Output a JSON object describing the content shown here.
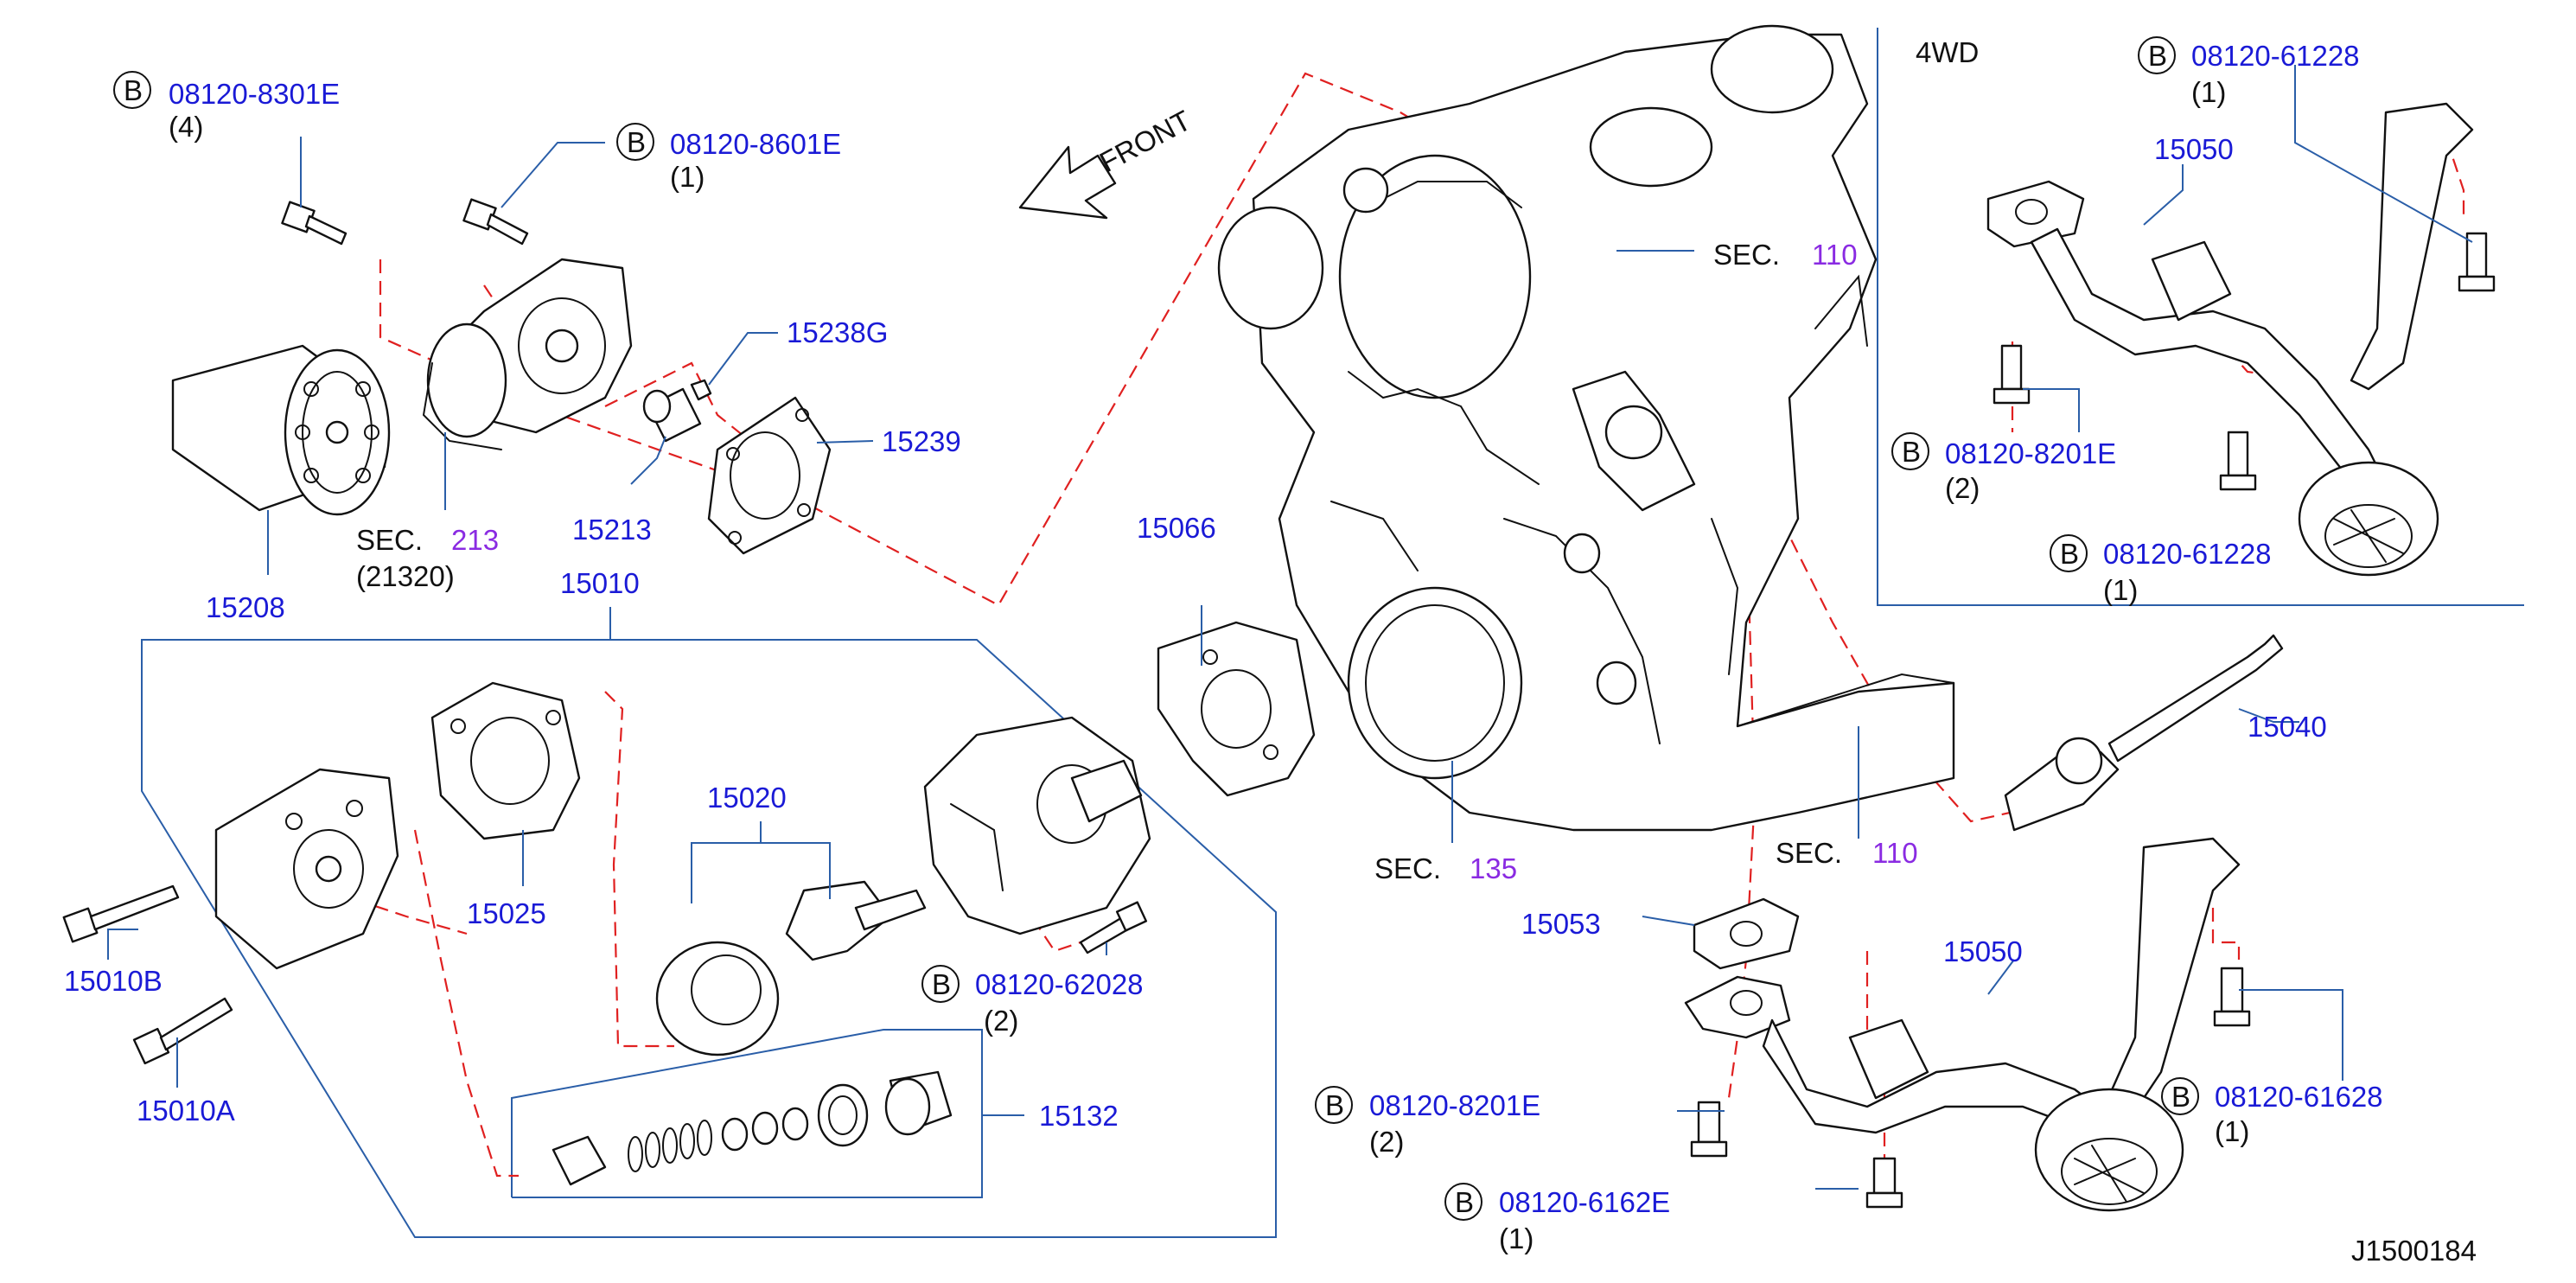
{
  "diagram": {
    "code": "J1500184",
    "front_label": "FRONT",
    "section_4wd": "4WD"
  },
  "labels": {
    "b_8301E": {
      "prefix": "B",
      "part": "08120-8301E",
      "qty": "(4)"
    },
    "b_8601E": {
      "prefix": "B",
      "part": "08120-8601E",
      "qty": "(1)"
    },
    "p15238G": "15238G",
    "p15239": "15239",
    "p15213": "15213",
    "sec213": {
      "sec": "SEC.",
      "num": "213",
      "sub": "(21320)"
    },
    "p15208": "15208",
    "p15010": "15010",
    "p15025": "15025",
    "p15020": "15020",
    "p15010B": "15010B",
    "p15010A": "15010A",
    "b_62028": {
      "prefix": "B",
      "part": "08120-62028",
      "qty": "(2)"
    },
    "p15132": "15132",
    "p15066": "15066",
    "sec135": {
      "sec": "SEC.",
      "num": "135"
    },
    "sec110_top": {
      "sec": "SEC.",
      "num": "110"
    },
    "sec110_mid": {
      "sec": "SEC.",
      "num": "110"
    },
    "p15053": "15053",
    "p15040": "15040",
    "p15050_lower": "15050",
    "b_61628": {
      "prefix": "B",
      "part": "08120-61628",
      "qty": "(1)"
    },
    "b_8201E_lower": {
      "prefix": "B",
      "part": "08120-8201E",
      "qty": "(2)"
    },
    "b_6162E": {
      "prefix": "B",
      "part": "08120-6162E",
      "qty": "(1)"
    },
    "b_61228_top": {
      "prefix": "B",
      "part": "08120-61228",
      "qty": "(1)"
    },
    "p15050_upper": "15050",
    "b_8201E_upper": {
      "prefix": "B",
      "part": "08120-8201E",
      "qty": "(2)"
    },
    "b_61228_mid": {
      "prefix": "B",
      "part": "08120-61228",
      "qty": "(1)"
    }
  }
}
